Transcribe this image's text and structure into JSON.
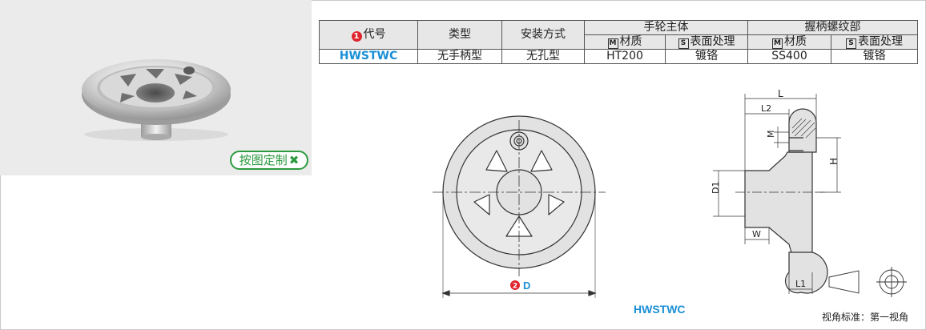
{
  "custom_button": {
    "label": "按图定制",
    "icon": "wrench-icon"
  },
  "table": {
    "headers": {
      "code": "代号",
      "code_marker": "1",
      "type": "类型",
      "mounting": "安装方式",
      "body_group": "手轮主体",
      "thread_group": "握柄螺纹部",
      "material": "材质",
      "surface": "表面处理",
      "material_mark": "M",
      "surface_mark": "S"
    },
    "row": {
      "code": "HWSTWC",
      "type": "无手柄型",
      "mounting": "无孔型",
      "body_material": "HT200",
      "body_surface": "镀铬",
      "thread_material": "SS400",
      "thread_surface": "镀铬"
    }
  },
  "drawing": {
    "d_marker": "2",
    "d_label": "D",
    "dims": {
      "L": "L",
      "L2": "L2",
      "M": "M",
      "H": "H",
      "D1": "D1",
      "W": "W",
      "L1": "L1"
    },
    "model_label": "HWSTWC",
    "view_standard": "视角标准：第一视角"
  },
  "colors": {
    "accent_blue": "#1a8fd6",
    "marker_red": "#e0242c",
    "badge_green": "#2b9a3d"
  }
}
